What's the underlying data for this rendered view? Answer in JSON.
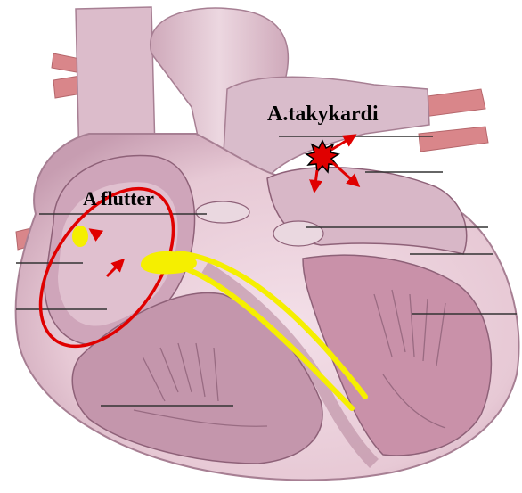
{
  "labels": {
    "atrial_tachycardia": "A.takykardi",
    "atrial_flutter": "A flutter"
  },
  "colors": {
    "background": "#ffffff",
    "heart_tissue": "#e7c9d5",
    "heart_light": "#f3dfe8",
    "heart_shadow": "#b98aa0",
    "aorta": "#e2c6d2",
    "vessels_red": "#d9868a",
    "chamber_dark": "#9c6b82",
    "leader_lines": "#333333",
    "reentry_circuit": "#e00000",
    "conduction_pathway": "#f5ef00",
    "ectopic_focus": "#e00000",
    "label_text": "#000000"
  },
  "icons": {
    "ectopic_focus": "starburst",
    "conduction_arrows": "arrow-icon"
  }
}
